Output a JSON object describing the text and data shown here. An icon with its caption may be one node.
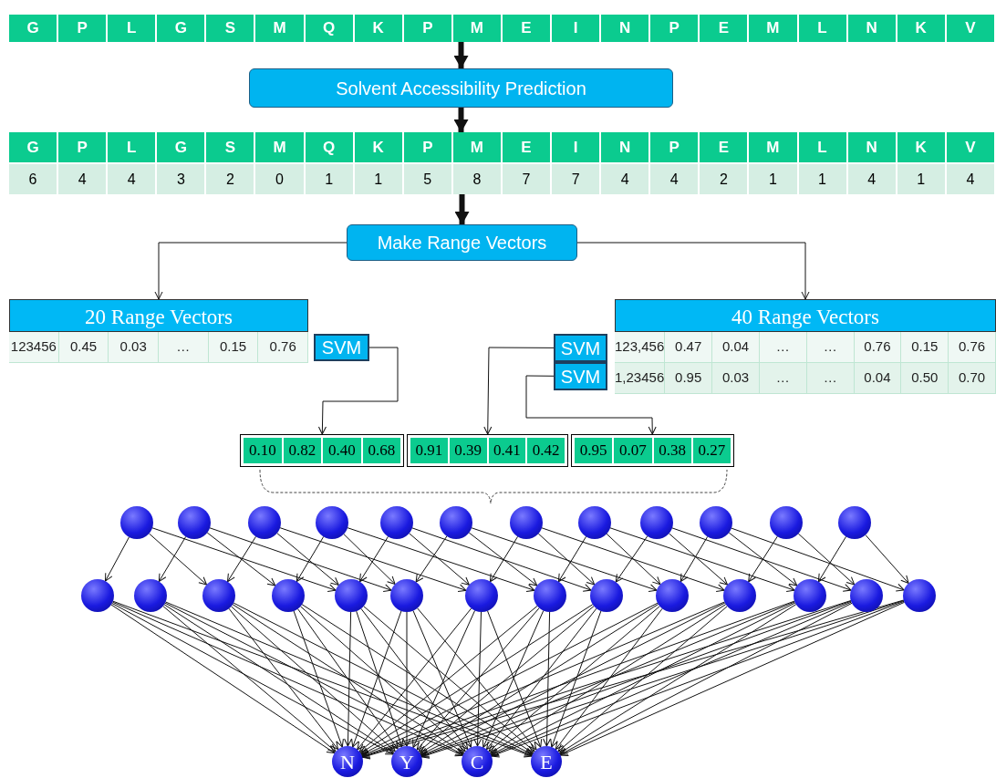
{
  "diagram": {
    "nodes": [
      {
        "text": [
          "G",
          "P",
          "L",
          "G",
          "S",
          "M",
          "Q",
          "K",
          "P",
          "M",
          "E",
          "I",
          "N",
          "P",
          "E",
          "M",
          "L",
          "N",
          "K",
          "V"
        ]
      },
      {
        "text": [
          "Solvent Accessibility Prediction"
        ]
      },
      {
        "text": [
          "G",
          "P",
          "L",
          "G",
          "S",
          "M",
          "Q",
          "K",
          "P",
          "M",
          "E",
          "I",
          "N",
          "P",
          "E",
          "M",
          "L",
          "N",
          "K",
          "V",
          "6",
          "4",
          "4",
          "3",
          "2",
          "0",
          "1",
          "1",
          "5",
          "8",
          "7",
          "7",
          "4",
          "4",
          "2",
          "1",
          "1",
          "4",
          "1",
          "4"
        ]
      },
      {
        "text": [
          "Make Range Vectors"
        ]
      },
      {
        "text": [
          "20 Range Vectors",
          "123456",
          "0.45",
          "0.03",
          "…",
          "0.15",
          "0.76"
        ]
      },
      {
        "text": [
          "SVM"
        ]
      },
      {
        "text": [
          "40 Range Vectors",
          "123,456",
          "0.47",
          "0.04",
          "…",
          "…",
          "0.76",
          "0.15",
          "0.76",
          "1,23456",
          "0.95",
          "0.03",
          "…",
          "…",
          "0.04",
          "0.50",
          "0.70"
        ]
      },
      {
        "text": [
          "SVM"
        ]
      },
      {
        "text": [
          "SVM"
        ]
      },
      {
        "text": [
          "0.10",
          "0.82",
          "0.40",
          "0.68"
        ]
      },
      {
        "text": [
          "0.91",
          "0.39",
          "0.41",
          "0.42"
        ]
      },
      {
        "text": [
          "0.95",
          "0.07",
          "0.38",
          "0.27"
        ]
      },
      {
        "text": [],
        "shape": "circle"
      },
      {
        "text": [],
        "shape": "circle"
      },
      {
        "text": [],
        "shape": "circle"
      },
      {
        "text": [],
        "shape": "circle"
      },
      {
        "text": [],
        "shape": "circle"
      },
      {
        "text": [],
        "shape": "circle"
      },
      {
        "text": [],
        "shape": "circle"
      },
      {
        "text": [],
        "shape": "circle"
      },
      {
        "text": [],
        "shape": "circle"
      },
      {
        "text": [],
        "shape": "circle"
      },
      {
        "text": [],
        "shape": "circle"
      },
      {
        "text": [],
        "shape": "circle"
      },
      {
        "text": [],
        "shape": "circle"
      },
      {
        "text": [],
        "shape": "circle"
      },
      {
        "text": [],
        "shape": "circle"
      },
      {
        "text": [],
        "shape": "circle"
      },
      {
        "text": [],
        "shape": "circle"
      },
      {
        "text": [],
        "shape": "circle"
      },
      {
        "text": [],
        "shape": "circle"
      },
      {
        "text": [],
        "shape": "circle"
      },
      {
        "text": [],
        "shape": "circle"
      },
      {
        "text": [],
        "shape": "circle"
      },
      {
        "text": [],
        "shape": "circle"
      },
      {
        "text": [],
        "shape": "circle"
      },
      {
        "text": [],
        "shape": "circle"
      },
      {
        "text": [],
        "shape": "circle"
      },
      {
        "text": [
          "N"
        ]
      },
      {
        "text": [
          "Y"
        ]
      },
      {
        "text": [
          "C"
        ]
      },
      {
        "text": [
          "E"
        ]
      }
    ],
    "edges": [
      {
        "from": 0,
        "to": 1,
        "arrow": "to",
        "style": "thick"
      },
      {
        "from": 1,
        "to": 2,
        "arrow": "to",
        "style": "thick"
      },
      {
        "from": 2,
        "to": 3,
        "arrow": "to",
        "style": "thick"
      },
      {
        "from": 3,
        "to": 4,
        "arrow": "to"
      },
      {
        "from": 3,
        "to": 6,
        "arrow": "to"
      },
      {
        "from": 5,
        "to": 9,
        "arrow": "to"
      },
      {
        "from": 7,
        "to": 10,
        "arrow": "to"
      },
      {
        "from": 8,
        "to": 11,
        "arrow": "to"
      },
      {
        "from": 12,
        "to": 24,
        "arrow": "to"
      },
      {
        "from": 12,
        "to": 26,
        "arrow": "to"
      },
      {
        "from": 12,
        "to": 28,
        "arrow": "to"
      },
      {
        "from": 13,
        "to": 25,
        "arrow": "to"
      },
      {
        "from": 13,
        "to": 27,
        "arrow": "to"
      },
      {
        "from": 13,
        "to": 29,
        "arrow": "to"
      },
      {
        "from": 14,
        "to": 26,
        "arrow": "to"
      },
      {
        "from": 14,
        "to": 28,
        "arrow": "to"
      },
      {
        "from": 14,
        "to": 30,
        "arrow": "to"
      },
      {
        "from": 15,
        "to": 27,
        "arrow": "to"
      },
      {
        "from": 15,
        "to": 29,
        "arrow": "to"
      },
      {
        "from": 15,
        "to": 31,
        "arrow": "to"
      },
      {
        "from": 16,
        "to": 28,
        "arrow": "to"
      },
      {
        "from": 16,
        "to": 30,
        "arrow": "to"
      },
      {
        "from": 16,
        "to": 32,
        "arrow": "to"
      },
      {
        "from": 17,
        "to": 29,
        "arrow": "to"
      },
      {
        "from": 17,
        "to": 31,
        "arrow": "to"
      },
      {
        "from": 17,
        "to": 33,
        "arrow": "to"
      },
      {
        "from": 18,
        "to": 30,
        "arrow": "to"
      },
      {
        "from": 18,
        "to": 32,
        "arrow": "to"
      },
      {
        "from": 18,
        "to": 34,
        "arrow": "to"
      },
      {
        "from": 19,
        "to": 31,
        "arrow": "to"
      },
      {
        "from": 19,
        "to": 33,
        "arrow": "to"
      },
      {
        "from": 19,
        "to": 35,
        "arrow": "to"
      },
      {
        "from": 20,
        "to": 32,
        "arrow": "to"
      },
      {
        "from": 20,
        "to": 34,
        "arrow": "to"
      },
      {
        "from": 20,
        "to": 36,
        "arrow": "to"
      },
      {
        "from": 21,
        "to": 33,
        "arrow": "to"
      },
      {
        "from": 21,
        "to": 35,
        "arrow": "to"
      },
      {
        "from": 21,
        "to": 37,
        "arrow": "to"
      },
      {
        "from": 22,
        "to": 34,
        "arrow": "to"
      },
      {
        "from": 22,
        "to": 36,
        "arrow": "to"
      },
      {
        "from": 23,
        "to": 35,
        "arrow": "to"
      },
      {
        "from": 23,
        "to": 37,
        "arrow": "to"
      },
      {
        "from": 24,
        "to": 38,
        "arrow": "to"
      },
      {
        "from": 24,
        "to": 39,
        "arrow": "to"
      },
      {
        "from": 24,
        "to": 40,
        "arrow": "to"
      },
      {
        "from": 24,
        "to": 41,
        "arrow": "to"
      },
      {
        "from": 25,
        "to": 38,
        "arrow": "to"
      },
      {
        "from": 25,
        "to": 39,
        "arrow": "to"
      },
      {
        "from": 25,
        "to": 40,
        "arrow": "to"
      },
      {
        "from": 25,
        "to": 41,
        "arrow": "to"
      },
      {
        "from": 26,
        "to": 38,
        "arrow": "to"
      },
      {
        "from": 26,
        "to": 39,
        "arrow": "to"
      },
      {
        "from": 26,
        "to": 40,
        "arrow": "to"
      },
      {
        "from": 26,
        "to": 41,
        "arrow": "to"
      },
      {
        "from": 27,
        "to": 38,
        "arrow": "to"
      },
      {
        "from": 27,
        "to": 39,
        "arrow": "to"
      },
      {
        "from": 27,
        "to": 40,
        "arrow": "to"
      },
      {
        "from": 27,
        "to": 41,
        "arrow": "to"
      },
      {
        "from": 28,
        "to": 38,
        "arrow": "to"
      },
      {
        "from": 28,
        "to": 39,
        "arrow": "to"
      },
      {
        "from": 28,
        "to": 40,
        "arrow": "to"
      },
      {
        "from": 28,
        "to": 41,
        "arrow": "to"
      },
      {
        "from": 29,
        "to": 38,
        "arrow": "to"
      },
      {
        "from": 29,
        "to": 39,
        "arrow": "to"
      },
      {
        "from": 29,
        "to": 40,
        "arrow": "to"
      },
      {
        "from": 29,
        "to": 41,
        "arrow": "to"
      },
      {
        "from": 30,
        "to": 38,
        "arrow": "to"
      },
      {
        "from": 30,
        "to": 39,
        "arrow": "to"
      },
      {
        "from": 30,
        "to": 40,
        "arrow": "to"
      },
      {
        "from": 30,
        "to": 41,
        "arrow": "to"
      },
      {
        "from": 31,
        "to": 38,
        "arrow": "to"
      },
      {
        "from": 31,
        "to": 39,
        "arrow": "to"
      },
      {
        "from": 31,
        "to": 40,
        "arrow": "to"
      },
      {
        "from": 31,
        "to": 41,
        "arrow": "to"
      },
      {
        "from": 32,
        "to": 38,
        "arrow": "to"
      },
      {
        "from": 32,
        "to": 39,
        "arrow": "to"
      },
      {
        "from": 32,
        "to": 40,
        "arrow": "to"
      },
      {
        "from": 32,
        "to": 41,
        "arrow": "to"
      },
      {
        "from": 33,
        "to": 38,
        "arrow": "to"
      },
      {
        "from": 33,
        "to": 39,
        "arrow": "to"
      },
      {
        "from": 33,
        "to": 40,
        "arrow": "to"
      },
      {
        "from": 33,
        "to": 41,
        "arrow": "to"
      },
      {
        "from": 34,
        "to": 38,
        "arrow": "to"
      },
      {
        "from": 34,
        "to": 39,
        "arrow": "to"
      },
      {
        "from": 34,
        "to": 40,
        "arrow": "to"
      },
      {
        "from": 34,
        "to": 41,
        "arrow": "to"
      },
      {
        "from": 35,
        "to": 38,
        "arrow": "to"
      },
      {
        "from": 35,
        "to": 39,
        "arrow": "to"
      },
      {
        "from": 35,
        "to": 40,
        "arrow": "to"
      },
      {
        "from": 35,
        "to": 41,
        "arrow": "to"
      },
      {
        "from": 36,
        "to": 38,
        "arrow": "to"
      },
      {
        "from": 36,
        "to": 39,
        "arrow": "to"
      },
      {
        "from": 36,
        "to": 40,
        "arrow": "to"
      },
      {
        "from": 36,
        "to": 41,
        "arrow": "to"
      },
      {
        "from": 37,
        "to": 38,
        "arrow": "to"
      },
      {
        "from": 37,
        "to": 39,
        "arrow": "to"
      },
      {
        "from": 37,
        "to": 40,
        "arrow": "to"
      },
      {
        "from": 37,
        "to": 41,
        "arrow": "to"
      }
    ]
  }
}
